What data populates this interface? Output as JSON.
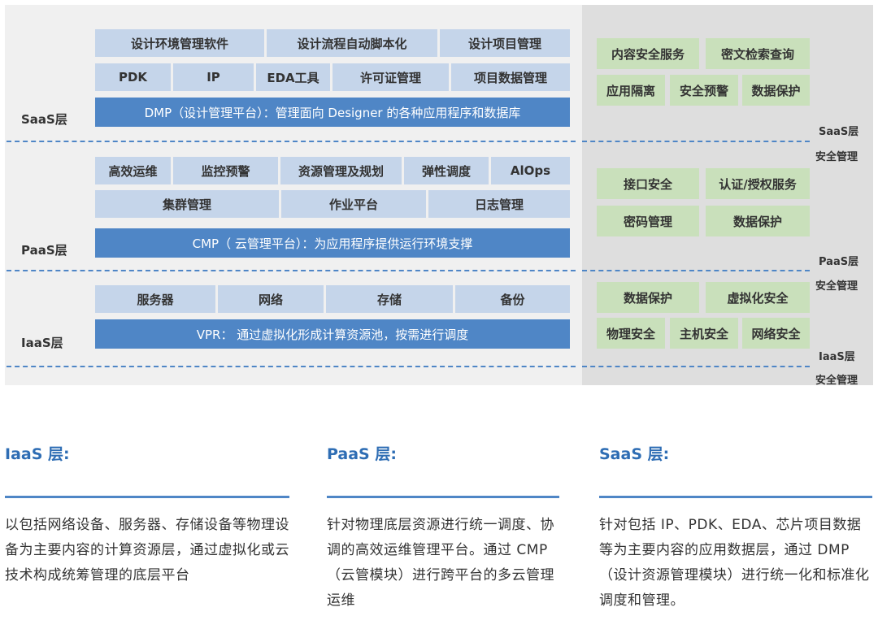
{
  "saas": {
    "label": "SaaS层",
    "row1": [
      "设计环境管理软件",
      "设计流程自动脚本化",
      "设计项目管理"
    ],
    "row2": [
      "PDK",
      "IP",
      "EDA工具",
      "许可证管理",
      "项目数据管理"
    ],
    "platform": "DMP（设计管理平台）：管理面向 Designer 的各种应用程序和数据库"
  },
  "paas": {
    "label": "PaaS层",
    "row1": [
      "高效运维",
      "监控预警",
      "资源管理及规划",
      "弹性调度",
      "AlOps"
    ],
    "row2": [
      "集群管理",
      "作业平台",
      "日志管理"
    ],
    "platform": "CMP（ 云管理平台）：为应用程序提供运行环境支撑"
  },
  "iaas": {
    "label": "IaaS层",
    "row1": [
      "服务器",
      "网络",
      "存储",
      "备份"
    ],
    "platform": "VPR：  通过虚拟化形成计算资源池，按需进行调度"
  },
  "security": {
    "saas_items": [
      "内容安全服务",
      "密文检索查询",
      "应用隔离",
      "安全预警",
      "数据保护"
    ],
    "saas_label": "SaaS层",
    "paas_items": [
      "接口安全",
      "认证/授权服务",
      "密码管理",
      "数据保护"
    ],
    "paas_label": "PaaS层",
    "iaas_items": [
      "数据保护",
      "虚拟化安全",
      "物理安全",
      "主机安全",
      "网络安全"
    ],
    "iaas_label": "IaaS层",
    "mgmt_label": "安全管理"
  },
  "columns": [
    {
      "title": "IaaS 层:",
      "body": "以包括网络设备、服务器、存储设备等物理设备为主要内容的计算资源层，通过虚拟化或云技术构成统筹管理的底层平台"
    },
    {
      "title": "PaaS 层:",
      "body": "针对物理底层资源进行统一调度、协调的高效运维管理平台。通过 CMP（云管模块）进行跨平台的多云管理运维"
    },
    {
      "title": "SaaS 层:",
      "body": "针对包括 IP、PDK、EDA、芯片项目数据等为主要内容的应用数据层，通过 DMP（设计资源管理模块）进行统一化和标准化调度和管理。"
    }
  ],
  "colors": {
    "light_blue": "#c5d5ea",
    "dark_blue": "#4f86c6",
    "green": "#c9e0bb",
    "title_blue": "#2e6db4"
  }
}
